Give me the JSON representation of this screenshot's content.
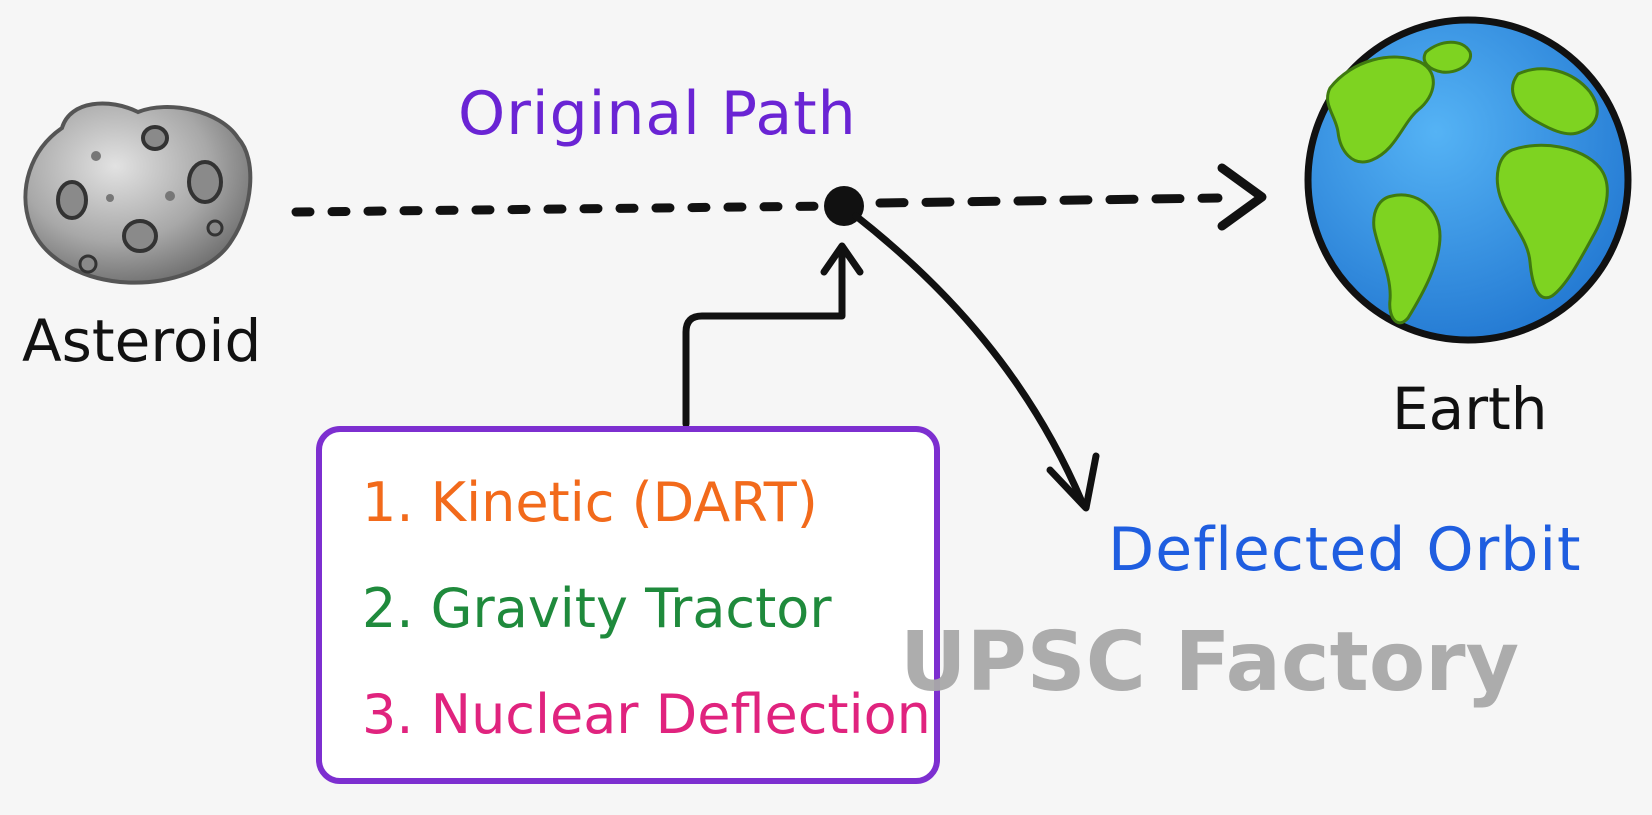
{
  "labels": {
    "original_path": "Original Path",
    "asteroid": "Asteroid",
    "earth": "Earth",
    "deflected_orbit": "Deflected Orbit"
  },
  "methods": [
    {
      "text": "1. Kinetic (DART)",
      "color": "#f26a1b"
    },
    {
      "text": "2. Gravity Tractor",
      "color": "#1f8a3c"
    },
    {
      "text": "3. Nuclear Deflection",
      "color": "#e0237e"
    }
  ],
  "watermark": "UPSC Factory",
  "colors": {
    "original_path": "#6a24d4",
    "deflected_orbit": "#1f5ee0",
    "text_dark": "#111111",
    "box_border": "#7d2fd0",
    "ocean": "#2f8fe6",
    "land": "#7ed321",
    "asteroid": "#a8a8a8"
  },
  "icons": {
    "asteroid": "asteroid-icon",
    "earth": "earth-globe-icon"
  }
}
